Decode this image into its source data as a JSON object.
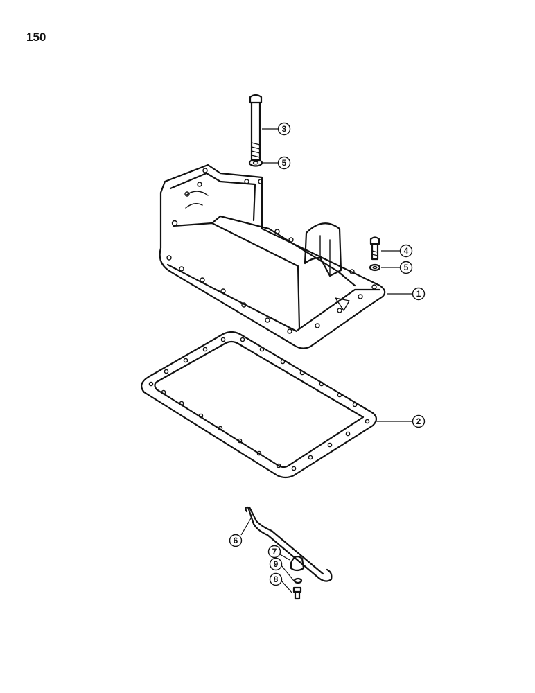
{
  "page": {
    "number": "150"
  },
  "callouts": [
    {
      "id": "c3",
      "label": "3"
    },
    {
      "id": "c5a",
      "label": "5"
    },
    {
      "id": "c4",
      "label": "4"
    },
    {
      "id": "c5b",
      "label": "5"
    },
    {
      "id": "c1",
      "label": "1"
    },
    {
      "id": "c2",
      "label": "2"
    },
    {
      "id": "c6",
      "label": "6"
    },
    {
      "id": "c7",
      "label": "7"
    },
    {
      "id": "c9",
      "label": "9"
    },
    {
      "id": "c8",
      "label": "8"
    }
  ]
}
